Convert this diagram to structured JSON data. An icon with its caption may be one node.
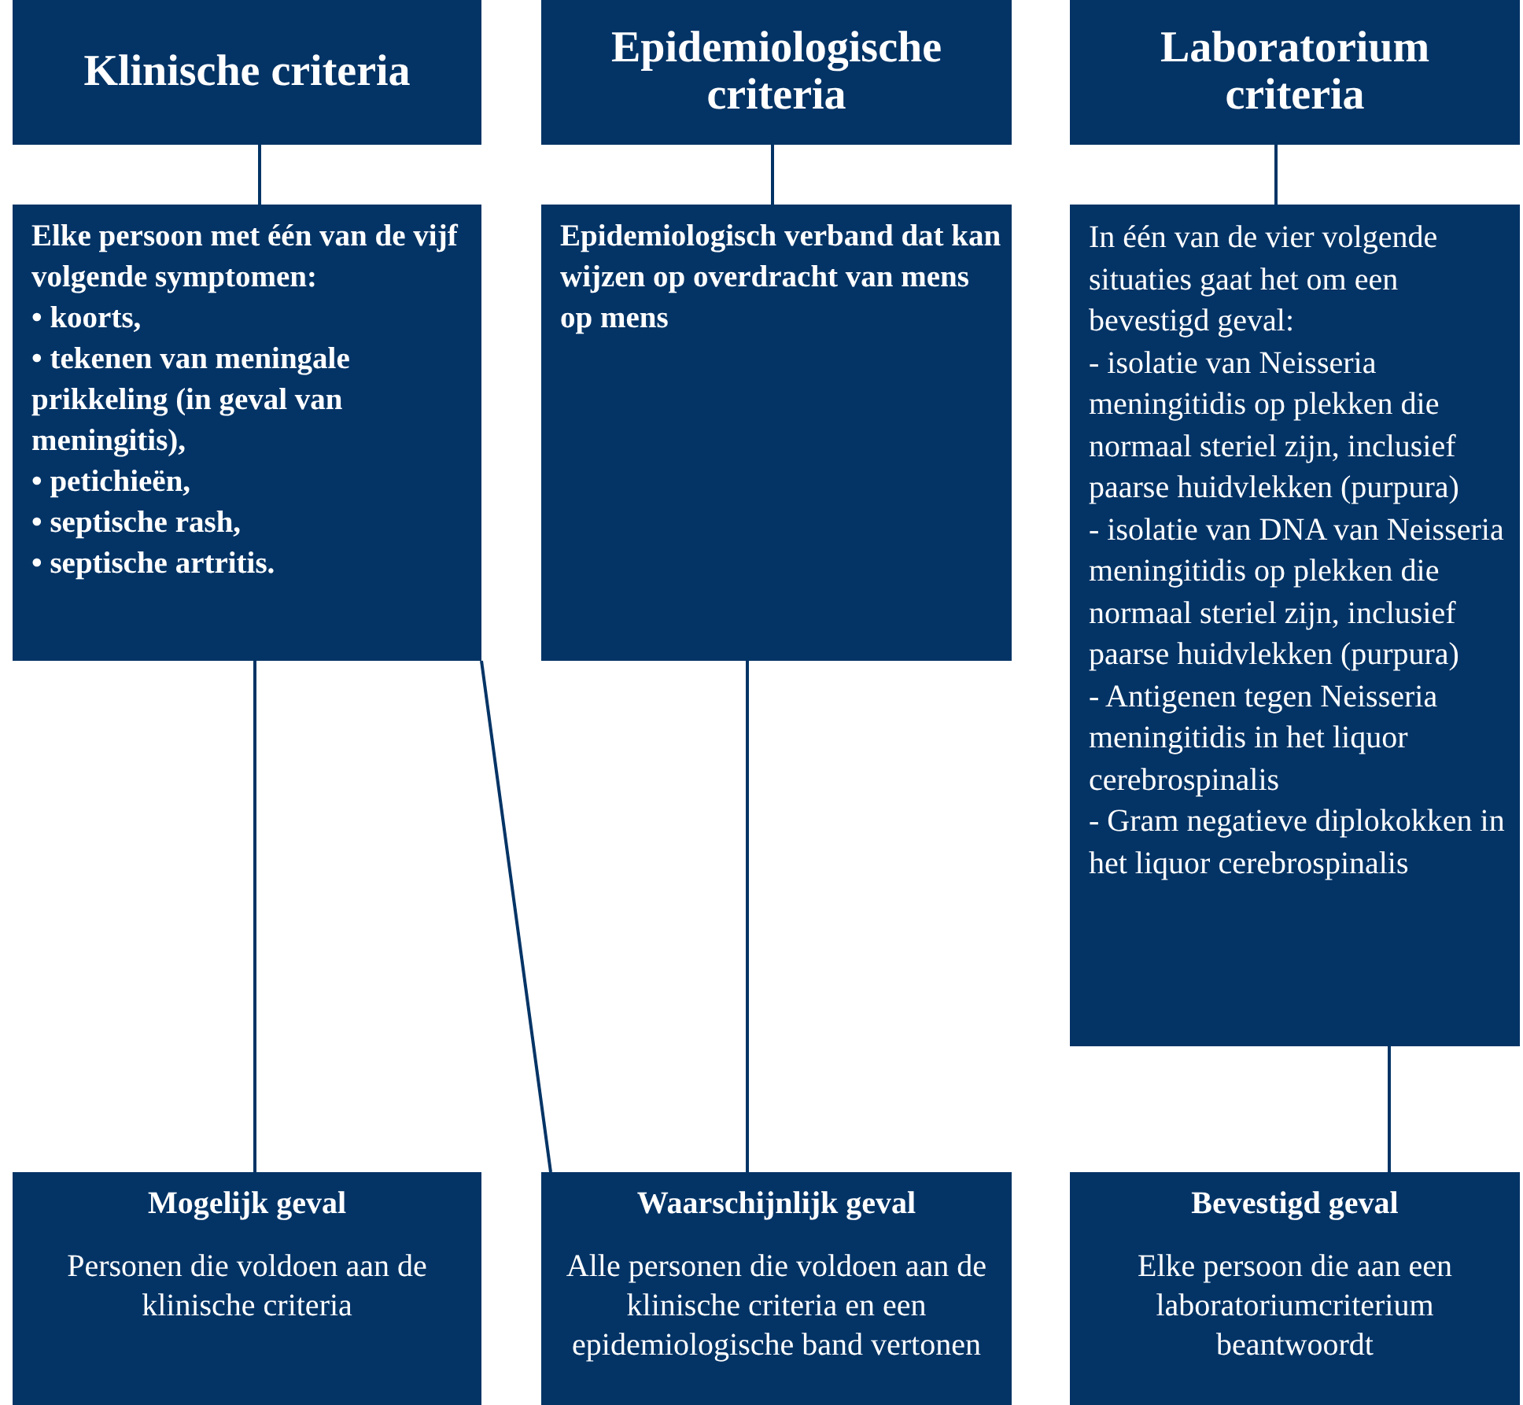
{
  "diagram": {
    "nodes": [
      {
        "text": [
          "Klinische criteria"
        ]
      },
      {
        "text": [
          "Epidemiologische criteria"
        ]
      },
      {
        "text": [
          "Laboratorium criteria"
        ]
      },
      {
        "text": [
          "Elke persoon met één van de vijf volgende symptomen:",
          "• koorts,",
          "• tekenen van meningale prikkeling (in geval van meningitis),",
          "• petichieën,",
          "• septische rash,",
          "• septische artritis."
        ]
      },
      {
        "text": [
          "Epidemiologisch verband dat kan wijzen op overdracht van mens op mens"
        ]
      },
      {
        "text": [
          "In één van de vier volgende situaties gaat het om een bevestigd geval:",
          "- isolatie van Neisseria meningitidis op plekken die normaal steriel zijn, inclusief paarse huidvlekken (purpura)",
          "- isolatie van DNA van Neisseria meningitidis op plekken die normaal steriel zijn, inclusief paarse huidvlekken (purpura)",
          "- Antigenen tegen Neisseria meningitidis in het liquor cerebrospinalis",
          "- Gram negatieve diplokokken in het liquor cerebrospinalis"
        ]
      },
      {
        "text": [
          "Mogelijk geval",
          "Personen die voldoen aan de klinische criteria"
        ]
      },
      {
        "text": [
          "Waarschijnlijk geval",
          "Alle personen die voldoen aan de klinische criteria en een epidemiologische band vertonen"
        ]
      },
      {
        "text": [
          "Bevestigd geval",
          "Elke persoon die aan een laboratoriumcriterium beantwoordt"
        ]
      }
    ],
    "edges": [
      {
        "from": 0,
        "to": 3,
        "arrow": "none"
      },
      {
        "from": 1,
        "to": 4,
        "arrow": "none"
      },
      {
        "from": 2,
        "to": 5,
        "arrow": "none"
      },
      {
        "from": 3,
        "to": 6,
        "arrow": "none"
      },
      {
        "from": 3,
        "to": 7,
        "arrow": "none"
      },
      {
        "from": 4,
        "to": 7,
        "arrow": "none"
      },
      {
        "from": 5,
        "to": 8,
        "arrow": "none"
      }
    ]
  }
}
